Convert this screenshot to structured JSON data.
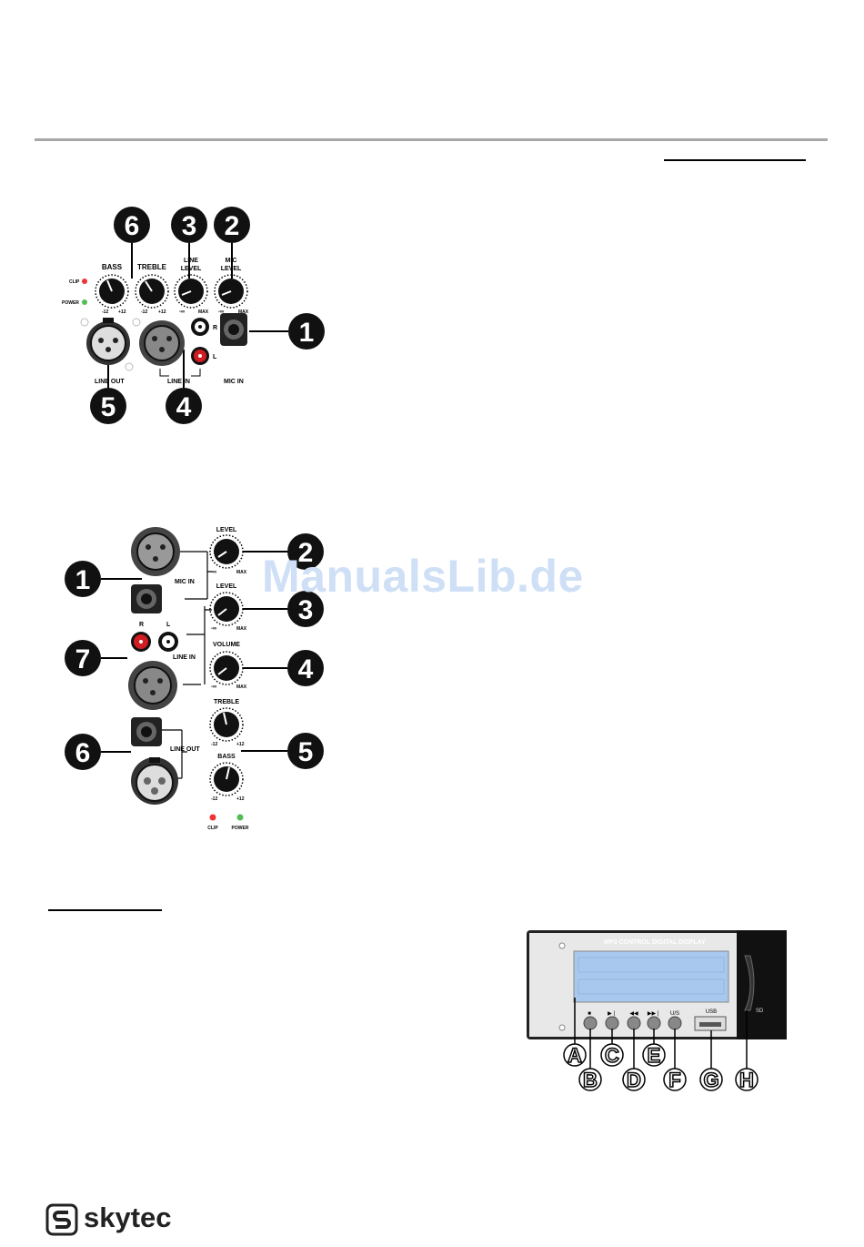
{
  "panel1": {
    "labels": {
      "bass": "BASS",
      "treble": "TREBLE",
      "line_level": "LINE\nLEVEL",
      "mic_level": "MIC\nLEVEL",
      "clip": "CLIP",
      "power": "POWER",
      "line_out": "LINE OUT",
      "line_in": "LINE IN",
      "mic_in": "MIC IN",
      "r": "R",
      "l": "L",
      "minus12": "-12",
      "plus12": "+12",
      "inf": "-∞",
      "max": "MAX"
    },
    "callouts": [
      "1",
      "2",
      "3",
      "4",
      "5",
      "6"
    ]
  },
  "panel2": {
    "labels": {
      "level": "LEVEL",
      "volume": "VOLUME",
      "treble": "TREBLE",
      "bass": "BASS",
      "mic_in": "MIC IN",
      "line_in": "LINE IN",
      "line_out": "LINE OUT",
      "clip": "CLIP",
      "power": "POWER",
      "r": "R",
      "l": "L",
      "minus12": "-12",
      "plus12": "+12",
      "inf": "-∞",
      "max": "MAX"
    },
    "callouts": [
      "1",
      "2",
      "3",
      "4",
      "5",
      "6",
      "7"
    ]
  },
  "mp3": {
    "title": "MP3 CONTROL DIGITAL DISPLAY",
    "usb": "USB",
    "sd": "SD",
    "button_glyphs": [
      "■",
      "▶❘",
      "◀◀",
      "▶▶❘",
      "U/S"
    ],
    "letters": [
      "A",
      "B",
      "C",
      "D",
      "E",
      "F",
      "G",
      "H"
    ]
  },
  "watermark": "ManualsLib.de",
  "brand": "skytec",
  "colors": {
    "red_jack": "#d01c22",
    "lcd": "#a9c8ee",
    "clip_led": "#e33",
    "power_led": "#5b5"
  }
}
